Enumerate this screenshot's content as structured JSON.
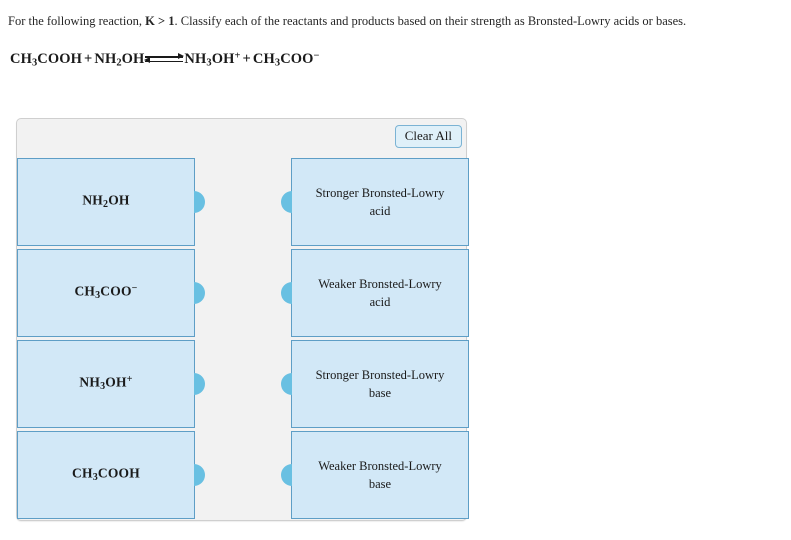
{
  "question": {
    "lead": "For the following reaction, ",
    "condition": "K > 1",
    "rest": ". Classify each of the reactants and products based on their strength as Bronsted-Lowry acids or bases.",
    "full_text": "For the following reaction, K > 1. Classify each of the reactants and products based on their strength as Bronsted-Lowry acids or bases."
  },
  "reaction": {
    "plain": "CH3COOH + NH2OH ⇌ NH3OH+ + CH3COO-",
    "reactant1": {
      "formula": "CH",
      "sub1": "3",
      "tail": "COOH"
    },
    "reactant2": {
      "formula": "NH",
      "sub1": "2",
      "tail": "OH"
    },
    "product1": {
      "formula": "NH",
      "sub1": "3",
      "tail": "OH",
      "charge": "+"
    },
    "product2": {
      "formula": "CH",
      "sub1": "3",
      "tail": "COO",
      "charge": "−"
    },
    "plus_sign": "+",
    "arrow": "equilibrium-double-arrow"
  },
  "panel": {
    "clear_all_label": "Clear All",
    "background_color": "#f2f2f2",
    "box_fill_color": "#d2e8f7",
    "box_border_color": "#5e9ec6",
    "nub_color": "#69c0e2",
    "button_fill_color": "#dff0f9"
  },
  "left_items": [
    {
      "formula": "NH",
      "sub": "2",
      "tail": "OH",
      "charge": "",
      "plain": "NH2OH"
    },
    {
      "formula": "CH",
      "sub": "3",
      "tail": "COO",
      "charge": "−",
      "plain": "CH3COO-"
    },
    {
      "formula": "NH",
      "sub": "3",
      "tail": "OH",
      "charge": "+",
      "plain": "NH3OH+"
    },
    {
      "formula": "CH",
      "sub": "3",
      "tail": "COOH",
      "charge": "",
      "plain": "CH3COOH"
    }
  ],
  "right_items": [
    {
      "line1": "Stronger Bronsted-Lowry",
      "line2": "acid",
      "plain": "Stronger Bronsted-Lowry acid"
    },
    {
      "line1": "Weaker Bronsted-Lowry",
      "line2": "acid",
      "plain": "Weaker Bronsted-Lowry acid"
    },
    {
      "line1": "Stronger Bronsted-Lowry",
      "line2": "base",
      "plain": "Stronger Bronsted-Lowry base"
    },
    {
      "line1": "Weaker Bronsted-Lowry",
      "line2": "base",
      "plain": "Weaker Bronsted-Lowry base"
    }
  ]
}
